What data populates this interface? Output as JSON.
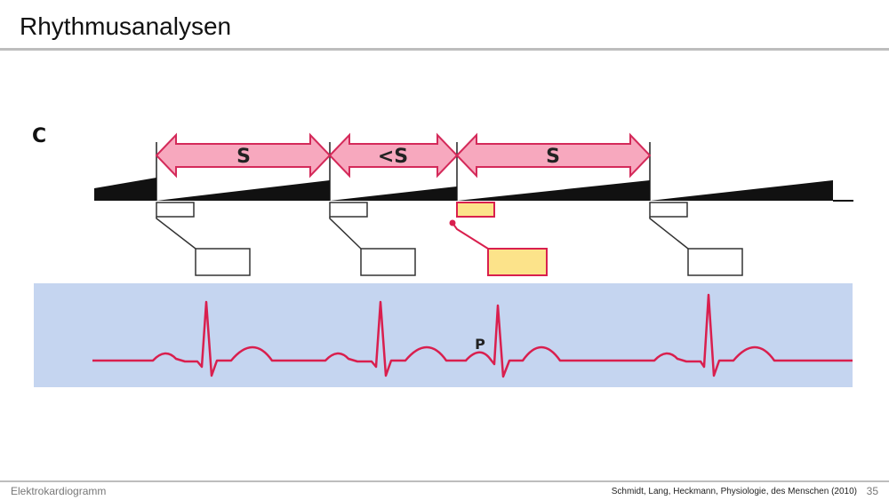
{
  "slide": {
    "title": "Rhythmusanalysen",
    "footer_topic": "Elektrokardiogramm",
    "footer_source": "Schmidt, Lang, Heckmann, Physiologie, des Menschen (2010)",
    "page_number": "35"
  },
  "figure": {
    "panel_letter": "C",
    "intervals": [
      {
        "label": "S"
      },
      {
        "label": "<S"
      },
      {
        "label": "S"
      }
    ],
    "p_wave_label": "P",
    "colors": {
      "arrow_fill": "#f7a8be",
      "arrow_stroke": "#d42a5a",
      "ecg_background": "#c5d5f0",
      "ecg_trace": "#d91f4e",
      "ectopic_fill": "#fce38a",
      "ectopic_stroke": "#d91f4e"
    }
  }
}
